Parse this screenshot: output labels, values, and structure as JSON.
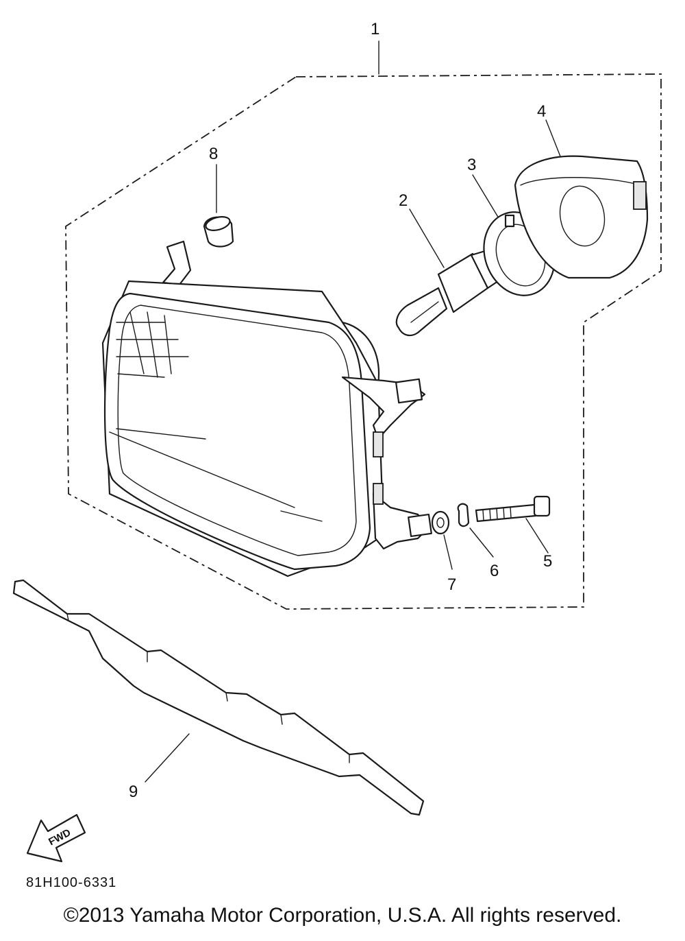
{
  "diagram": {
    "callouts": [
      "1",
      "2",
      "3",
      "4",
      "5",
      "6",
      "7",
      "8",
      "9"
    ],
    "drawing_code": "81H100-6331",
    "fwd_label": "FWD",
    "copyright": "©2013 Yamaha Motor Corporation, U.S.A. All rights reserved."
  }
}
